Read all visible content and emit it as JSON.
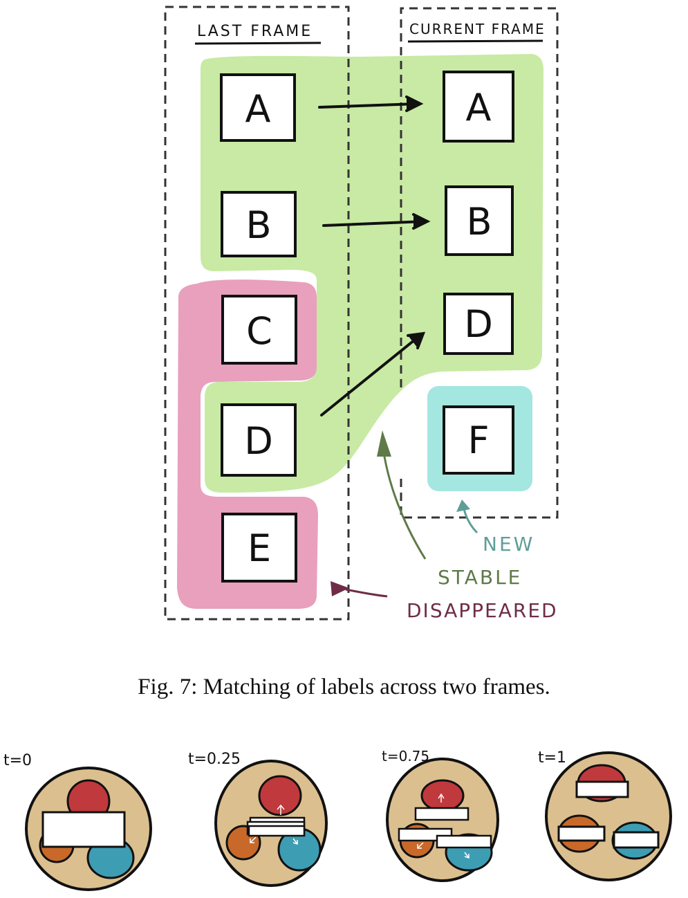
{
  "figure7": {
    "last_frame_label": "LAST FRAME",
    "current_frame_label": "CURRENT FRAME",
    "last_frame_boxes": [
      "A",
      "B",
      "C",
      "D",
      "E"
    ],
    "current_frame_boxes": [
      "A",
      "B",
      "D",
      "F"
    ],
    "legend": {
      "new": "NEW",
      "stable": "STABLE",
      "disappeared": "DISAPPEARED"
    },
    "colors": {
      "stable": "#c8eaa4",
      "disappeared": "#e8a0bd",
      "new": "#a4e6e0",
      "new_text": "#5f9e98",
      "stable_text": "#5e7a48",
      "disappeared_text": "#6f2c47"
    },
    "caption": "Fig. 7: Matching of labels across two frames."
  },
  "figure8": {
    "panels": [
      {
        "time_label": "t=0"
      },
      {
        "time_label": "t=0.25"
      },
      {
        "time_label": "t=0.75"
      },
      {
        "time_label": "t=1"
      }
    ],
    "colors": {
      "background_blob": "#dcbf8f",
      "red_blob": "#c0393c",
      "orange_blob": "#c8692a",
      "blue_blob": "#3d9db3"
    }
  }
}
